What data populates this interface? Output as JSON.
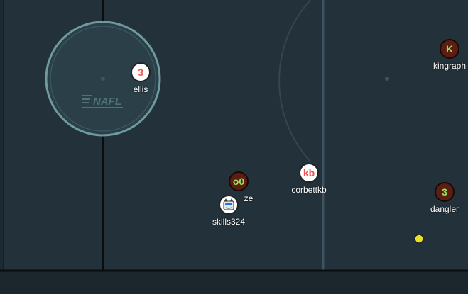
{
  "logo": {
    "text": "NAFL"
  },
  "players": [
    {
      "id": "ellis",
      "label": "3",
      "name": "ellis",
      "team": "red",
      "icon": ""
    },
    {
      "id": "kingraph",
      "label": "K",
      "name": "kingraph",
      "team": "blue",
      "icon": ""
    },
    {
      "id": "o0",
      "label": "o0",
      "name": "ze",
      "team": "blue",
      "icon": ""
    },
    {
      "id": "skills324",
      "label": "",
      "name": "skills324",
      "team": "red",
      "icon": "robot-face-icon"
    },
    {
      "id": "corbettkb",
      "label": "kb",
      "name": "corbettkb",
      "team": "red",
      "icon": ""
    },
    {
      "id": "dangler",
      "label": "3",
      "name": "dangler",
      "team": "blue",
      "icon": ""
    }
  ],
  "puck": {
    "color": "#e8e22a"
  },
  "colors": {
    "ice": "#22313a",
    "line": "#000000",
    "circle": "#6e9aa0",
    "red_team_text": "#f05555",
    "blue_team_bg": "#5c1d12",
    "blue_team_text": "#9be05b"
  }
}
